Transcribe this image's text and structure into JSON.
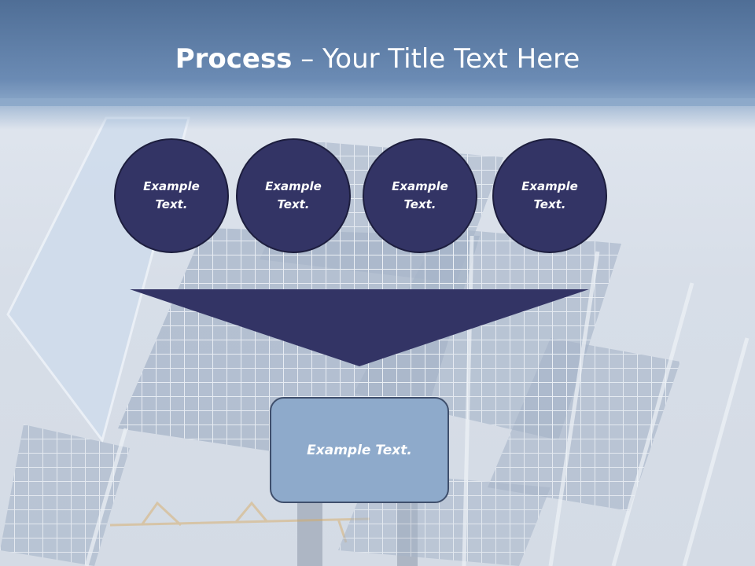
{
  "slide": {
    "title_bold": "Process",
    "title_rest": " – Your Title Text Here",
    "process_steps": [
      {
        "label": "Example Text."
      },
      {
        "label": "Example Text."
      },
      {
        "label": "Example Text."
      },
      {
        "label": "Example Text."
      }
    ],
    "result_label": "Example Text."
  },
  "colors": {
    "header": "#6b8bb4",
    "circle_fill": "#333465",
    "funnel_fill": "#333465",
    "result_fill": "#8eaacb"
  }
}
